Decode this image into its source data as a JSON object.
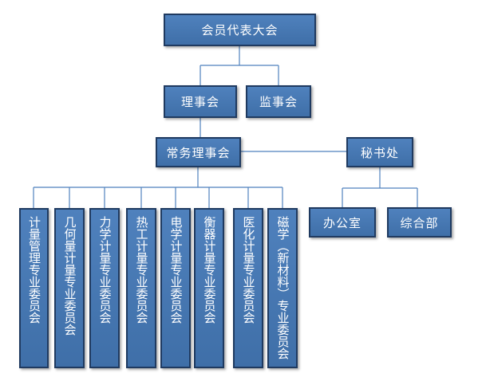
{
  "nodes": {
    "assembly": "会员代表大会",
    "council": "理事会",
    "supervisory": "监事会",
    "standing_council": "常务理事会",
    "secretariat": "秘书处",
    "office": "办公室",
    "general_dept": "综合部",
    "committees": [
      "计量管理专业委员会",
      "几何量计量专业委员会",
      "力学计量专业委员会",
      "热工计量专业委员会",
      "电学计量专业委员会",
      "衡器计量专业委员会",
      "医化计量专业委员会",
      "磁学（新材料）专业委员会"
    ]
  }
}
